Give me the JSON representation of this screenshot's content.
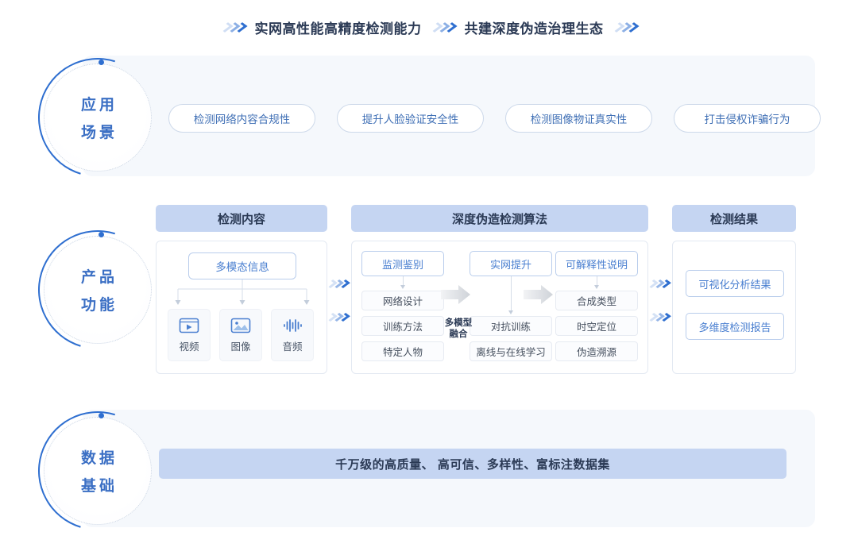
{
  "header": {
    "left_text": "实网高性能高精度检测能力",
    "right_text": "共建深度伪造治理生态"
  },
  "scenario": {
    "badge_line1": "应用",
    "badge_line2": "场景",
    "pills": [
      "检测网络内容合规性",
      "提升人脸验证安全性",
      "检测图像物证真实性",
      "打击侵权诈骗行为"
    ]
  },
  "product": {
    "badge_line1": "产品",
    "badge_line2": "功能",
    "columns": {
      "content_head": "检测内容",
      "algo_head": "深度伪造检测算法",
      "result_head": "检测结果"
    },
    "content": {
      "multimodal": "多模态信息",
      "media": [
        {
          "label": "视频",
          "icon": "video-icon"
        },
        {
          "label": "图像",
          "icon": "image-icon"
        },
        {
          "label": "音频",
          "icon": "audio-icon"
        }
      ]
    },
    "algorithm": {
      "fuse_label_line1": "多模型",
      "fuse_label_line2": "融合",
      "columns": [
        {
          "head": "监测鉴别",
          "items": [
            "网络设计",
            "训练方法",
            "特定人物"
          ]
        },
        {
          "head": "实网提升",
          "items": [
            "对抗训练",
            "离线与在线学习"
          ]
        },
        {
          "head": "可解释性说明",
          "items": [
            "合成类型",
            "时空定位",
            "伪造溯源"
          ]
        }
      ]
    },
    "results": [
      "可视化分析结果",
      "多维度检测报告"
    ]
  },
  "data": {
    "badge_line1": "数据",
    "badge_line2": "基础",
    "bar_text": "千万级的高质量、 高可信、多样性、富标注数据集"
  },
  "colors": {
    "accent": "#2f6fd0",
    "header_fill": "#c5d5f2",
    "section_bg": "#f5f8fc",
    "text_dark": "#2b3a55",
    "text_blue": "#4a7fd0"
  }
}
